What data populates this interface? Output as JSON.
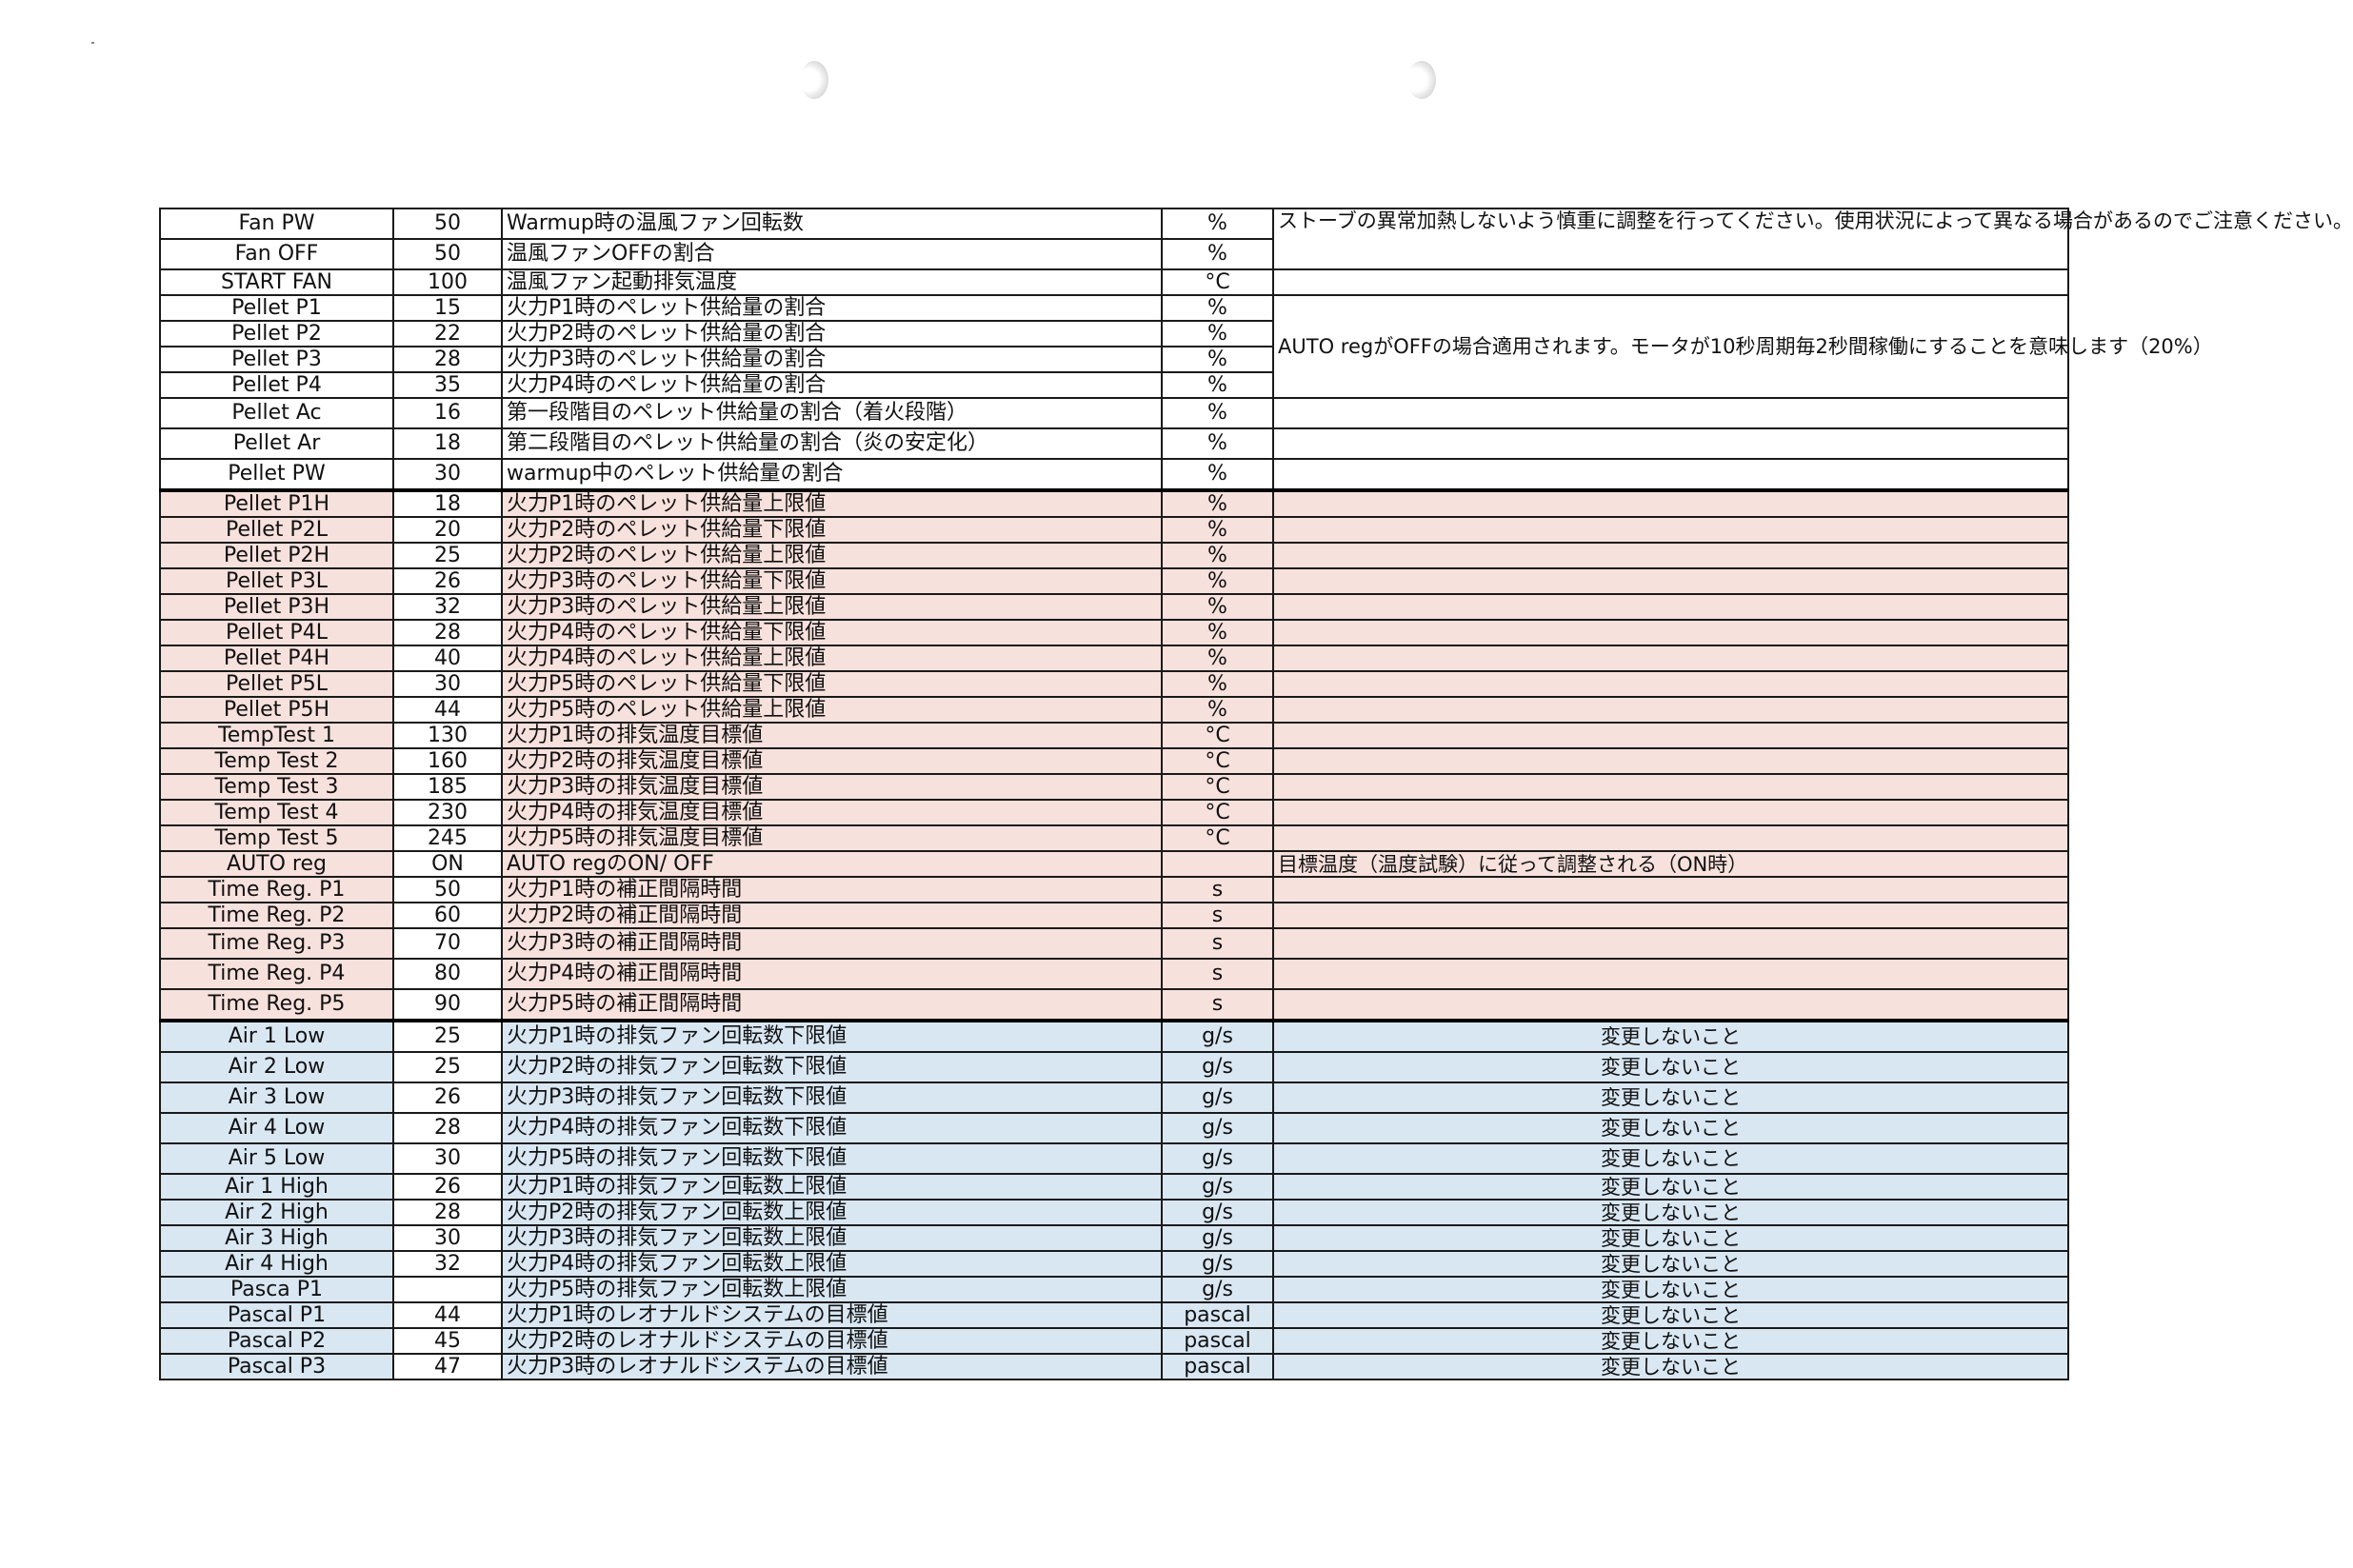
{
  "white_rows": [
    {
      "name": "Fan PW",
      "value": "50",
      "desc": "Warmup時の温風ファン回転数",
      "unit": "%"
    },
    {
      "name": "Fan OFF",
      "value": "50",
      "desc": "温風ファンOFFの割合",
      "unit": "%"
    },
    {
      "name": "START FAN",
      "value": "100",
      "desc": "温風ファン起動排気温度",
      "unit": "°C"
    },
    {
      "name": "Pellet P1",
      "value": "15",
      "desc": "火力P1時のペレット供給量の割合",
      "unit": "%"
    },
    {
      "name": "Pellet P2",
      "value": "22",
      "desc": "火力P2時のペレット供給量の割合",
      "unit": "%"
    },
    {
      "name": "Pellet P3",
      "value": "28",
      "desc": "火力P3時のペレット供給量の割合",
      "unit": "%"
    },
    {
      "name": "Pellet P4",
      "value": "35",
      "desc": "火力P4時のペレット供給量の割合",
      "unit": "%"
    },
    {
      "name": "Pellet Ac",
      "value": "16",
      "desc": "第一段階目のペレット供給量の割合（着火段階）",
      "unit": "%"
    },
    {
      "name": "Pellet Ar",
      "value": "18",
      "desc": "第二段階目のペレット供給量の割合（炎の安定化）",
      "unit": "%"
    },
    {
      "name": "Pellet PW",
      "value": "30",
      "desc": "warmup中のペレット供給量の割合",
      "unit": "%"
    }
  ],
  "notes": {
    "fan": "ストーブの異常加熱しないよう慎重に調整を行ってください。使用状況によって異なる場合があるのでご注意ください。",
    "pellet": "AUTO regがOFFの場合適用されます。モータが10秒周期毎2秒間稼働にすることを意味します（20%）",
    "auto_reg": "目標温度（温度試験）に従って調整される（ON時）",
    "air": "変更しないこと"
  },
  "pink_rows": [
    {
      "name": "Pellet P1H",
      "value": "18",
      "desc": "火力P1時のペレット供給量上限値",
      "unit": "%"
    },
    {
      "name": "Pellet P2L",
      "value": "20",
      "desc": "火力P2時のペレット供給量下限値",
      "unit": "%"
    },
    {
      "name": "Pellet P2H",
      "value": "25",
      "desc": "火力P2時のペレット供給量上限値",
      "unit": "%"
    },
    {
      "name": "Pellet P3L",
      "value": "26",
      "desc": "火力P3時のペレット供給量下限値",
      "unit": "%"
    },
    {
      "name": "Pellet P3H",
      "value": "32",
      "desc": "火力P3時のペレット供給量上限値",
      "unit": "%"
    },
    {
      "name": "Pellet P4L",
      "value": "28",
      "desc": "火力P4時のペレット供給量下限値",
      "unit": "%"
    },
    {
      "name": "Pellet P4H",
      "value": "40",
      "desc": "火力P4時のペレット供給量上限値",
      "unit": "%"
    },
    {
      "name": "Pellet P5L",
      "value": "30",
      "desc": "火力P5時のペレット供給量下限値",
      "unit": "%"
    },
    {
      "name": "Pellet P5H",
      "value": "44",
      "desc": "火力P5時のペレット供給量上限値",
      "unit": "%"
    },
    {
      "name": "TempTest 1",
      "value": "130",
      "desc": "火力P1時の排気温度目標値",
      "unit": "°C"
    },
    {
      "name": "Temp Test 2",
      "value": "160",
      "desc": "火力P2時の排気温度目標値",
      "unit": "°C"
    },
    {
      "name": "Temp Test 3",
      "value": "185",
      "desc": "火力P3時の排気温度目標値",
      "unit": "°C"
    },
    {
      "name": "Temp Test 4",
      "value": "230",
      "desc": "火力P4時の排気温度目標値",
      "unit": "°C"
    },
    {
      "name": "Temp Test 5",
      "value": "245",
      "desc": "火力P5時の排気温度目標値",
      "unit": "°C"
    },
    {
      "name": "AUTO reg",
      "value": "ON",
      "desc": "AUTO regのON/ OFF",
      "unit": ""
    },
    {
      "name": "Time Reg. P1",
      "value": "50",
      "desc": "火力P1時の補正間隔時間",
      "unit": "s"
    },
    {
      "name": "Time Reg. P2",
      "value": "60",
      "desc": "火力P2時の補正間隔時間",
      "unit": "s"
    },
    {
      "name": "Time Reg. P3",
      "value": "70",
      "desc": "火力P3時の補正間隔時間",
      "unit": "s"
    },
    {
      "name": "Time Reg. P4",
      "value": "80",
      "desc": "火力P4時の補正間隔時間",
      "unit": "s"
    },
    {
      "name": "Time Reg. P5",
      "value": "90",
      "desc": "火力P5時の補正間隔時間",
      "unit": "s"
    }
  ],
  "blue_rows": [
    {
      "name": "Air 1 Low",
      "value": "25",
      "desc": "火力P1時の排気ファン回転数下限値",
      "unit": "g/s"
    },
    {
      "name": "Air 2 Low",
      "value": "25",
      "desc": "火力P2時の排気ファン回転数下限値",
      "unit": "g/s"
    },
    {
      "name": "Air 3 Low",
      "value": "26",
      "desc": "火力P3時の排気ファン回転数下限値",
      "unit": "g/s"
    },
    {
      "name": "Air 4 Low",
      "value": "28",
      "desc": "火力P4時の排気ファン回転数下限値",
      "unit": "g/s"
    },
    {
      "name": "Air 5 Low",
      "value": "30",
      "desc": "火力P5時の排気ファン回転数下限値",
      "unit": "g/s"
    },
    {
      "name": "Air 1 High",
      "value": "26",
      "desc": "火力P1時の排気ファン回転数上限値",
      "unit": "g/s"
    },
    {
      "name": "Air 2 High",
      "value": "28",
      "desc": "火力P2時の排気ファン回転数上限値",
      "unit": "g/s"
    },
    {
      "name": "Air 3 High",
      "value": "30",
      "desc": "火力P3時の排気ファン回転数上限値",
      "unit": "g/s"
    },
    {
      "name": "Air 4 High",
      "value": "32",
      "desc": "火力P4時の排気ファン回転数上限値",
      "unit": "g/s"
    },
    {
      "name": "Pasca P1",
      "value": "",
      "desc": "火力P5時の排気ファン回転数上限値",
      "unit": "g/s"
    },
    {
      "name": "Pascal P1",
      "value": "44",
      "desc": "火力P1時のレオナルドシステムの目標値",
      "unit": "pascal"
    },
    {
      "name": "Pascal P2",
      "value": "45",
      "desc": "火力P2時のレオナルドシステムの目標値",
      "unit": "pascal"
    },
    {
      "name": "Pascal P3",
      "value": "47",
      "desc": "火力P3時のレオナルドシステムの目標値",
      "unit": "pascal"
    }
  ]
}
